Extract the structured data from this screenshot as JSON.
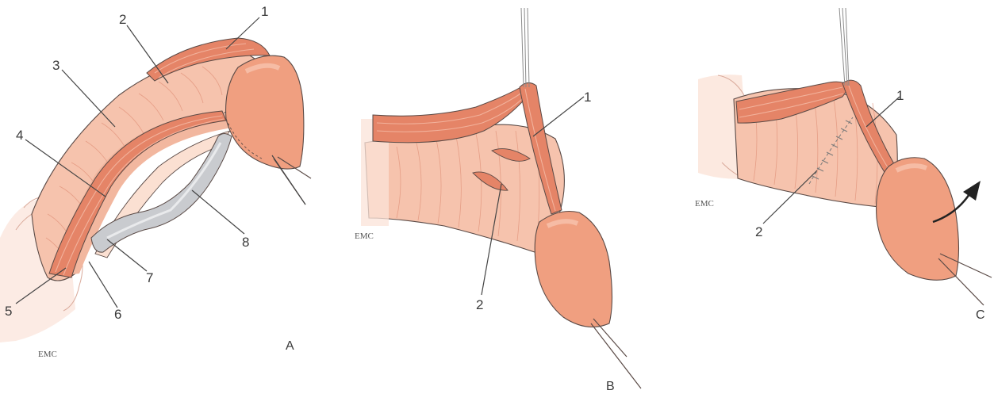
{
  "colors": {
    "skin": "#f6c3ad",
    "skin_dark": "#e8a489",
    "muscle": "#e58467",
    "muscle_dark": "#c9654a",
    "glans": "#f09f80",
    "urethra": "#c9cbcf",
    "outline": "#5a4a46"
  },
  "panels": [
    {
      "letter": "A",
      "signature": "EMC",
      "labels": [
        "1",
        "2",
        "3",
        "4",
        "5",
        "6",
        "7",
        "8"
      ]
    },
    {
      "letter": "B",
      "signature": "EMC",
      "labels": [
        "1",
        "2"
      ]
    },
    {
      "letter": "C",
      "signature": "EMC",
      "labels": [
        "1",
        "2"
      ]
    }
  ]
}
